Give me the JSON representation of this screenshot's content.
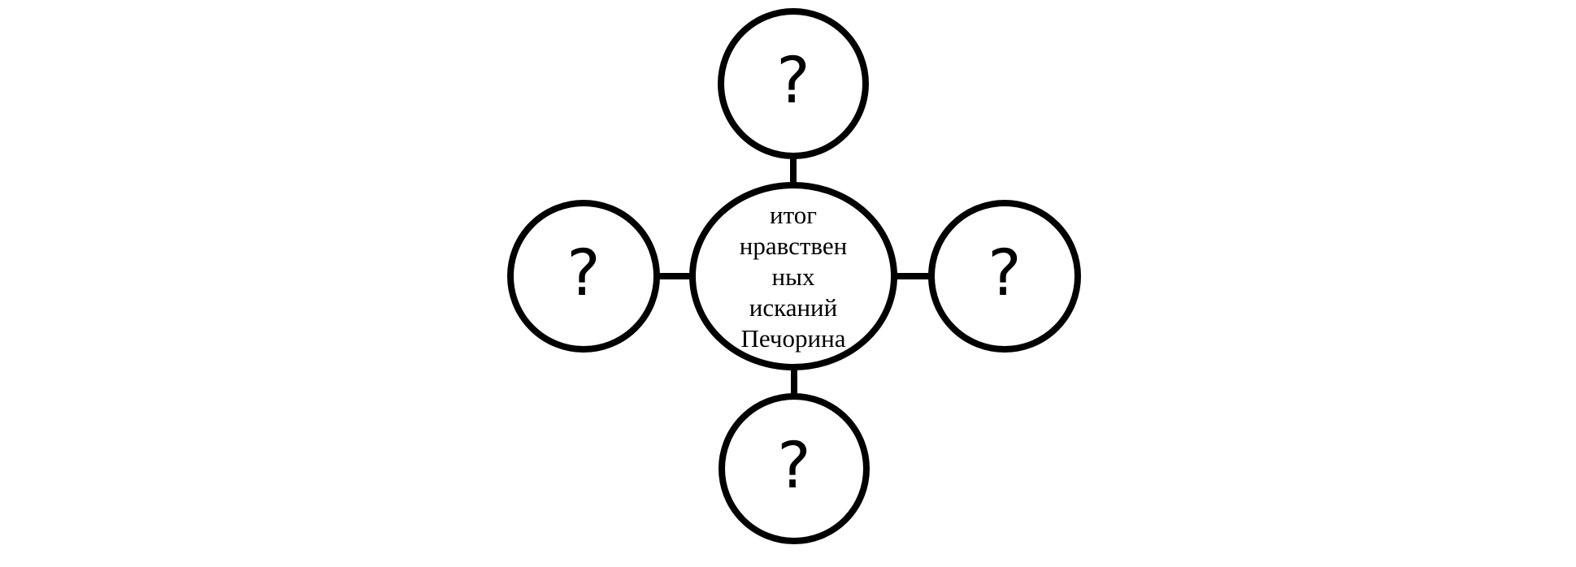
{
  "center_node": {
    "lines": [
      "итог",
      "нравствен",
      "ных",
      "исканий",
      "Печорина"
    ]
  },
  "satellite_nodes": {
    "top": "?",
    "left": "?",
    "right": "?",
    "bottom": "?"
  }
}
